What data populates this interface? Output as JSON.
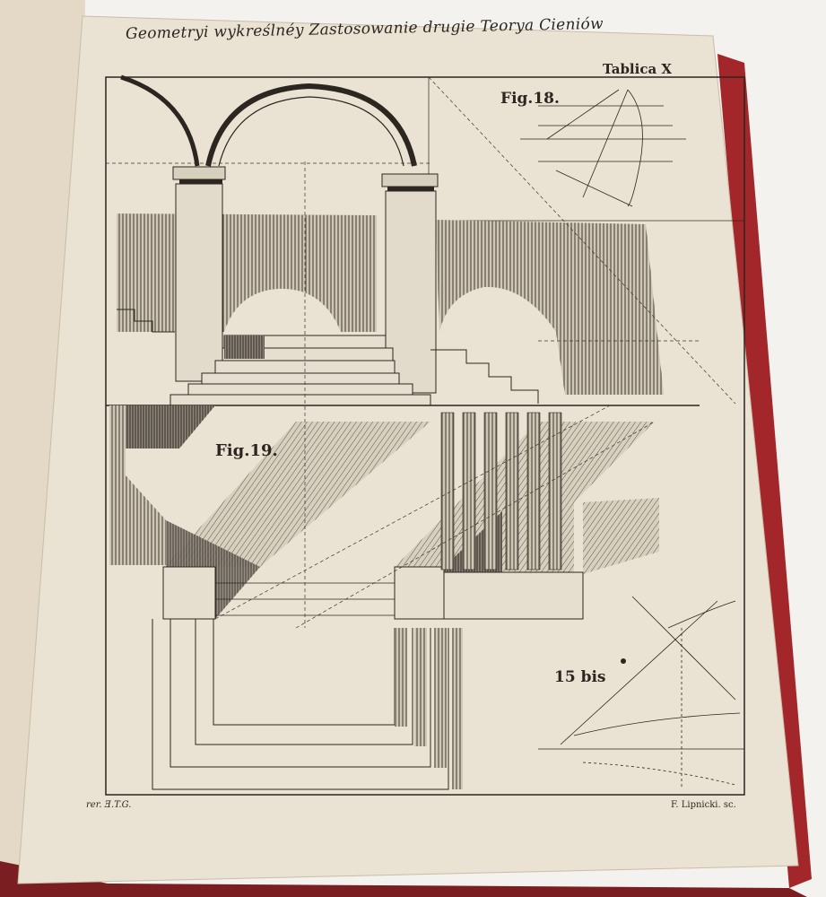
{
  "plate": {
    "title": "Geometryi wykreślnéy Zastosowanie drugie Teorya Cieniów",
    "plate_number": "Tablica X",
    "figures": [
      "Fig.18.",
      "Fig.19.",
      "15 bis"
    ],
    "credits": {
      "left": "rer. Ǝ.T.G.",
      "right": "F. Lipnicki. sc."
    }
  },
  "colors": {
    "paper": "#eae2d2",
    "ink": "#2b2620",
    "cover": "#a3262a",
    "shade": "#6e675c"
  }
}
